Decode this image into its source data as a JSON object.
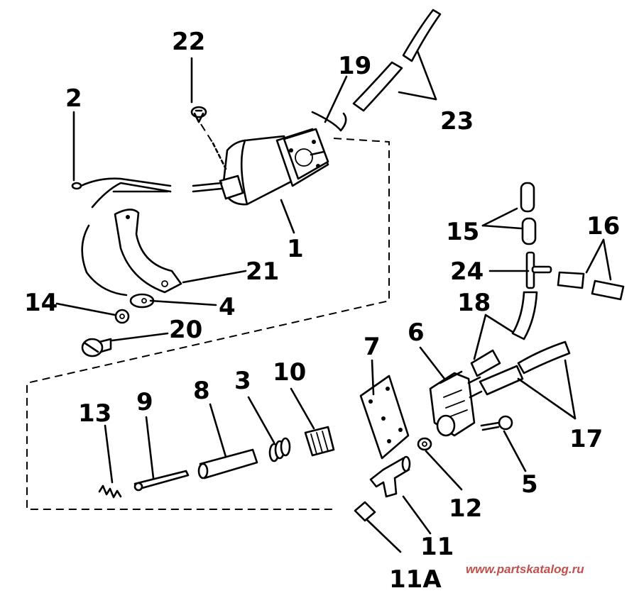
{
  "labels": {
    "l1": "1",
    "l2": "2",
    "l3": "3",
    "l4": "4",
    "l5": "5",
    "l6": "6",
    "l7": "7",
    "l8": "8",
    "l9": "9",
    "l10": "10",
    "l11": "11",
    "l11a": "11A",
    "l12": "12",
    "l13": "13",
    "l14": "14",
    "l15": "15",
    "l16": "16",
    "l17": "17",
    "l18": "18",
    "l19": "19",
    "l20": "20",
    "l21": "21",
    "l22": "22",
    "l23": "23",
    "l24": "24"
  },
  "watermark": "www.partskatalog.ru"
}
